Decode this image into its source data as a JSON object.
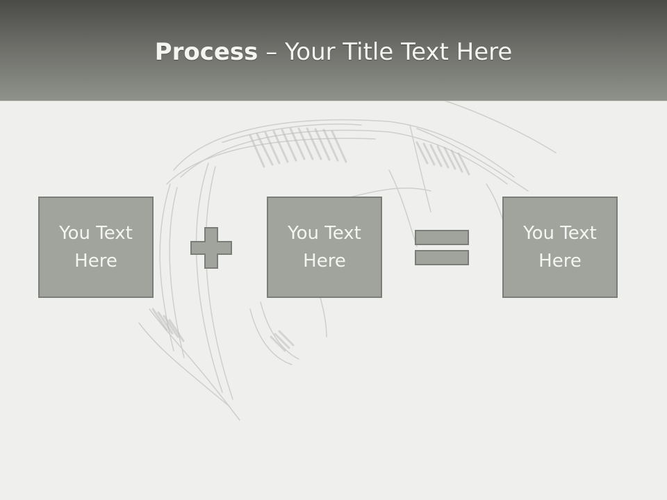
{
  "slide": {
    "title_bold": "Process",
    "title_dash": " – ",
    "title_rest": "Your Title Text Here",
    "boxes": [
      {
        "text": "You Text Here"
      },
      {
        "text": "You Text Here"
      },
      {
        "text": "You Text Here"
      }
    ],
    "operators": [
      "plus-icon",
      "equals-icon"
    ]
  },
  "colors": {
    "header_dark": "#4a4b47",
    "header_light": "#8f918b",
    "box_fill": "#a1a39d",
    "box_border": "#7b7d78",
    "text": "#f4f4f2",
    "background": "#efefed"
  }
}
